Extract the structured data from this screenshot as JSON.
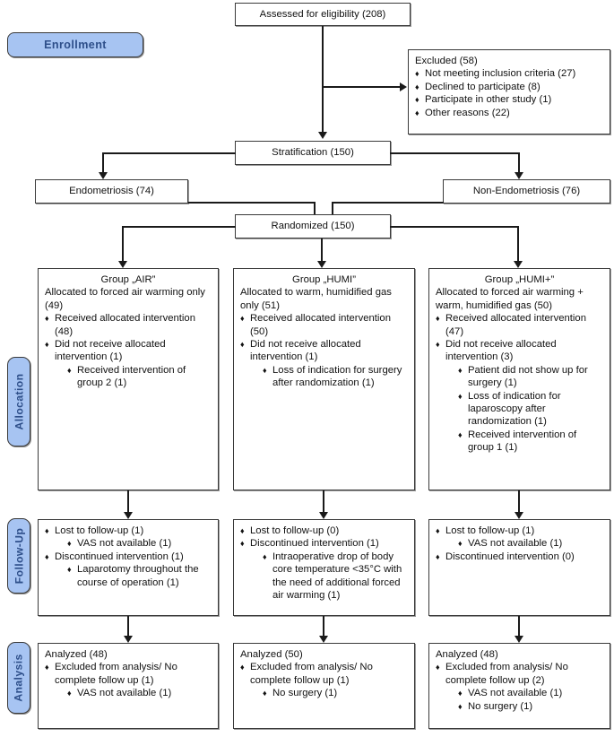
{
  "diagram": {
    "title": "CONSORT participant flow diagram",
    "accent_blue": "#a7c4f2",
    "accent_text": "#2e4f8a",
    "line_color": "#1a1a1a"
  },
  "stages": {
    "enrollment": "Enrollment",
    "allocation": "Allocation",
    "followup": "Follow-Up",
    "analysis": "Analysis"
  },
  "nodes": {
    "assessed": "Assessed for eligibility (208)",
    "excluded": {
      "heading": "Excluded (58)",
      "items": [
        "Not meeting inclusion criteria (27)",
        "Declined to participate (8)",
        "Participate in other study (1)",
        "Other reasons (22)"
      ]
    },
    "stratification": "Stratification (150)",
    "endometriosis": "Endometriosis (74)",
    "non_endometriosis": "Non-Endometriosis (76)",
    "randomized": "Randomized (150)"
  },
  "allocation": [
    {
      "group": "Group „AIR”",
      "allocated": "Allocated to forced air warming only (49)",
      "items": [
        {
          "text": "Received allocated intervention (48)",
          "sub": []
        },
        {
          "text": "Did not receive allocated intervention (1)",
          "sub": [
            "Received intervention of group 2 (1)"
          ]
        }
      ]
    },
    {
      "group": "Group „HUMI”",
      "allocated": "Allocated to warm, humidified gas only (51)",
      "items": [
        {
          "text": "Received allocated intervention (50)",
          "sub": []
        },
        {
          "text": "Did not receive allocated intervention (1)",
          "sub": [
            "Loss of indication for surgery after randomization (1)"
          ]
        }
      ]
    },
    {
      "group": "Group „HUMI+”",
      "allocated": "Allocated to forced air warming + warm, humidified gas (50)",
      "items": [
        {
          "text": "Received allocated intervention (47)",
          "sub": []
        },
        {
          "text": "Did not receive allocated intervention (3)",
          "sub": [
            "Patient did not show up for surgery (1)",
            "Loss of indication for laparoscopy after randomization (1)",
            "Received intervention of group 1 (1)"
          ]
        }
      ]
    }
  ],
  "followup": [
    {
      "items": [
        {
          "text": "Lost to follow-up (1)",
          "sub": [
            "VAS not available (1)"
          ]
        },
        {
          "text": "Discontinued intervention (1)",
          "sub": [
            "Laparotomy throughout the course of operation (1)"
          ]
        }
      ]
    },
    {
      "items": [
        {
          "text": "Lost to follow-up (0)",
          "sub": []
        },
        {
          "text": "Discontinued intervention (1)",
          "sub": [
            "Intraoperative drop of body core temperature <35°C with the need of additional forced air warming (1)"
          ]
        }
      ]
    },
    {
      "items": [
        {
          "text": "Lost to follow-up (1)",
          "sub": [
            "VAS not available (1)"
          ]
        },
        {
          "text": "Discontinued intervention (0)",
          "sub": []
        }
      ]
    }
  ],
  "analysis": [
    {
      "heading": "Analyzed (48)",
      "items": [
        {
          "text": "Excluded from analysis/ No complete follow up (1)",
          "sub": [
            "VAS not available (1)"
          ]
        }
      ]
    },
    {
      "heading": "Analyzed (50)",
      "items": [
        {
          "text": "Excluded from analysis/ No complete follow up (1)",
          "sub": [
            "No surgery (1)"
          ]
        }
      ]
    },
    {
      "heading": "Analyzed (48)",
      "items": [
        {
          "text": "Excluded from analysis/ No complete follow up (2)",
          "sub": [
            "VAS not available (1)",
            "No surgery (1)"
          ]
        }
      ]
    }
  ],
  "glyphs": {
    "bullet": "♦"
  }
}
